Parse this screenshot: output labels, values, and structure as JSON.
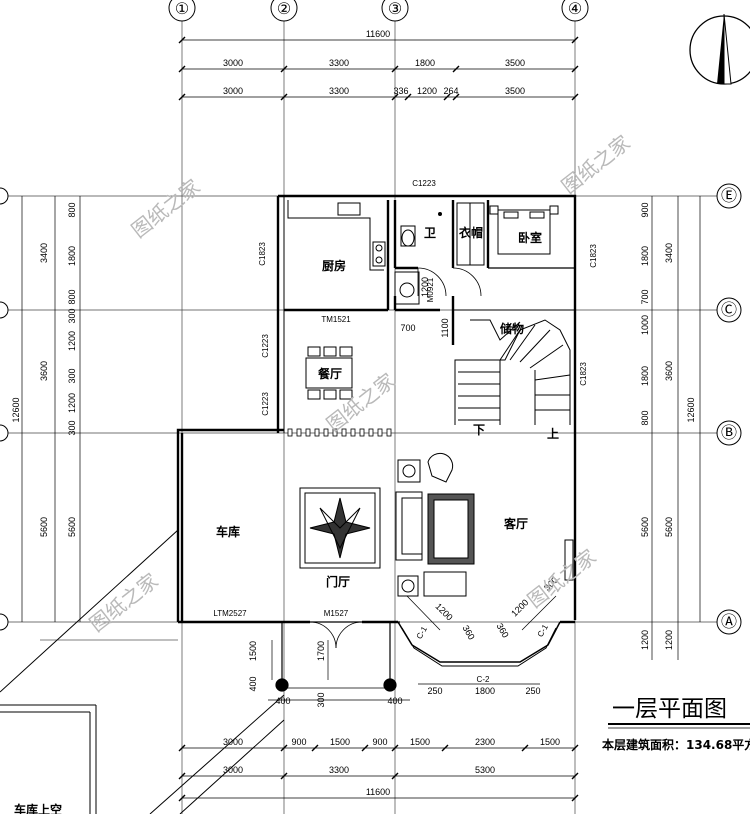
{
  "title": "一层平面图",
  "area_text": "本层建筑面积：134.68平方",
  "bottom_left_text": "车库上空",
  "axes": {
    "columns": [
      "①",
      "②",
      "③",
      "④"
    ],
    "rows": [
      "Ⓔ",
      "Ⓒ",
      "Ⓑ",
      "Ⓐ"
    ]
  },
  "rooms": {
    "kitchen": "厨房",
    "toilet": "卫",
    "wardrobe": "衣帽",
    "bedroom": "卧室",
    "storage": "储物",
    "dining": "餐厅",
    "garage": "车库",
    "foyer": "门厅",
    "living": "客厅",
    "stair_down": "下",
    "stair_up": "上"
  },
  "openings": {
    "c1223_top": "C1223",
    "c1823_kitchen": "C1823",
    "c1223_dining_1": "C1223",
    "c1223_dining_2": "C1223",
    "c1823_bedroom": "C1823",
    "c1823_stair": "C1823",
    "m0921": "M0921",
    "m1527": "M1527",
    "ltm2527": "LTM2527",
    "c1_left": "C-1",
    "c1_right": "C-1",
    "c2": "C-2",
    "small_label": "TM1521"
  },
  "dimensions": {
    "top_total": "11600",
    "top_row1": [
      "3000",
      "3300",
      "1800",
      "3500"
    ],
    "top_row2": [
      "3000",
      "3300",
      "336",
      "1200",
      "264",
      "3500"
    ],
    "inner_700": "700",
    "inner_1200": "1200",
    "inner_1100": "1100",
    "left_outer": [
      "3400",
      "3600",
      "5600"
    ],
    "left_inner": [
      "800",
      "1800",
      "800",
      "300",
      "1200",
      "300",
      "1200",
      "300"
    ],
    "left_total": "12600",
    "right_inner": [
      "900",
      "1800",
      "700",
      "1000",
      "1800",
      "800",
      "5600",
      "1200"
    ],
    "right_outer": [
      "3400",
      "3600"
    ],
    "right_total": "12600",
    "bay_dims": [
      "1200",
      "360",
      "360",
      "1200",
      "300",
      "1800",
      "250",
      "250"
    ],
    "porch_dims": [
      "1500",
      "1700",
      "400",
      "400",
      "400",
      "300"
    ],
    "bottom_row1": [
      "3000",
      "900",
      "1500",
      "900",
      "1500",
      "2300",
      "1500"
    ],
    "bottom_row2": [
      "3000",
      "3300",
      "5300"
    ],
    "bottom_total": "11600"
  },
  "watermarks": [
    "图纸之家",
    "图纸之家",
    "图纸之家",
    "图纸之家",
    "图纸之家"
  ]
}
